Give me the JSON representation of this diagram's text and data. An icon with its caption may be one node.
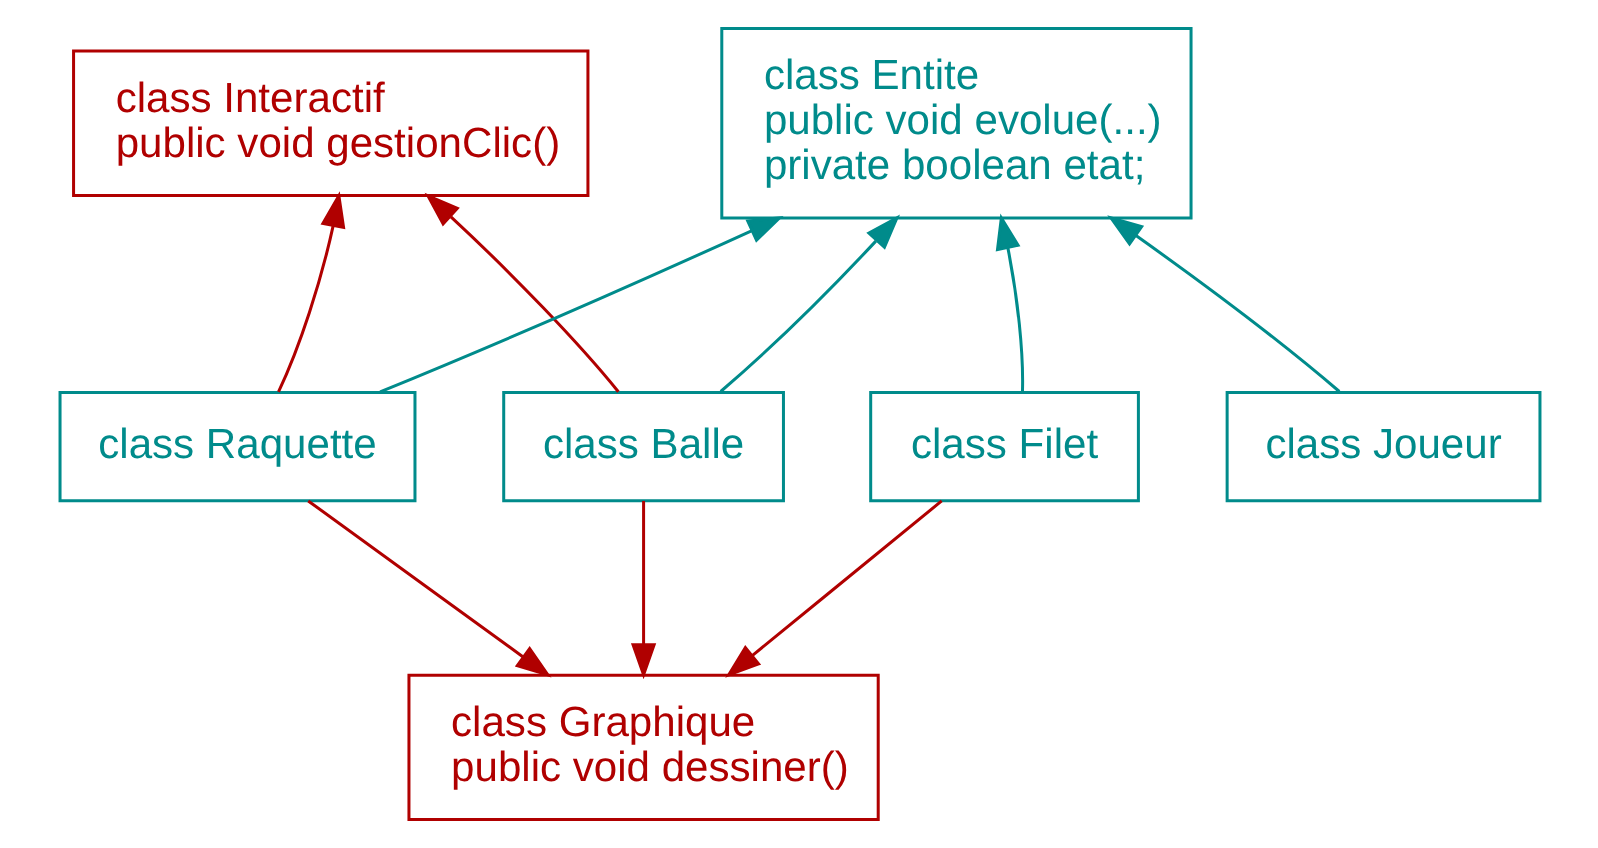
{
  "diagram": {
    "nodes": [
      {
        "text": [
          "class Entite",
          "public void evolue(...)",
          "private boolean etat;"
        ]
      },
      {
        "text": [
          "class Interactif",
          "public void gestionClic()"
        ]
      },
      {
        "text": [
          "class Balle"
        ]
      },
      {
        "text": [
          "class Raquette"
        ]
      },
      {
        "text": [
          "class Filet"
        ]
      },
      {
        "text": [
          "class Joueur"
        ]
      },
      {
        "text": [
          "class Graphique",
          "public void dessiner()"
        ]
      }
    ],
    "edges": [
      {
        "from": 2,
        "to": 0,
        "arrow": "to",
        "color": "#008b8b"
      },
      {
        "from": 2,
        "to": 1,
        "arrow": "to"
      },
      {
        "from": 3,
        "to": 0,
        "arrow": "to",
        "color": "#008b8b"
      },
      {
        "from": 3,
        "to": 1,
        "arrow": "to"
      },
      {
        "from": 4,
        "to": 0,
        "arrow": "to",
        "color": "#008b8b"
      },
      {
        "from": 5,
        "to": 0,
        "arrow": "to",
        "color": "#008b8b"
      },
      {
        "from": 2,
        "to": 6,
        "arrow": "to"
      },
      {
        "from": 3,
        "to": 6,
        "arrow": "to"
      },
      {
        "from": 4,
        "to": 6,
        "arrow": "to"
      }
    ]
  }
}
